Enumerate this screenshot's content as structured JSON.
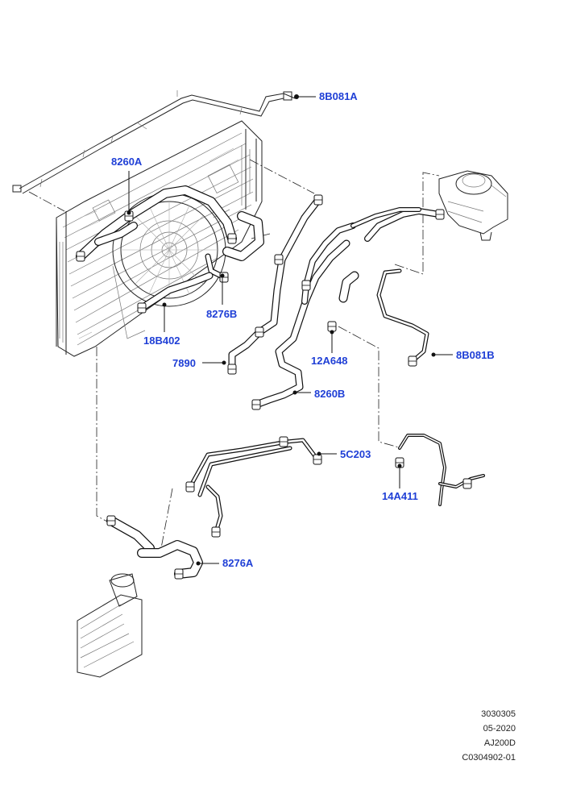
{
  "callouts": {
    "c8B081A": "8B081A",
    "c8260A": "8260A",
    "c8276B": "8276B",
    "c18B402": "18B402",
    "c7890": "7890",
    "c12A648": "12A648",
    "c8260B": "8260B",
    "c8B081B": "8B081B",
    "c5C203": "5C203",
    "c14A411": "14A411",
    "c8276A": "8276A"
  },
  "meta": {
    "line1": "3030305",
    "line2": "05-2020",
    "line3": "AJ200D",
    "line4": "C0304902-01"
  },
  "colors": {
    "callout": "#1f3fd6",
    "line": "#222222",
    "background": "#ffffff"
  }
}
